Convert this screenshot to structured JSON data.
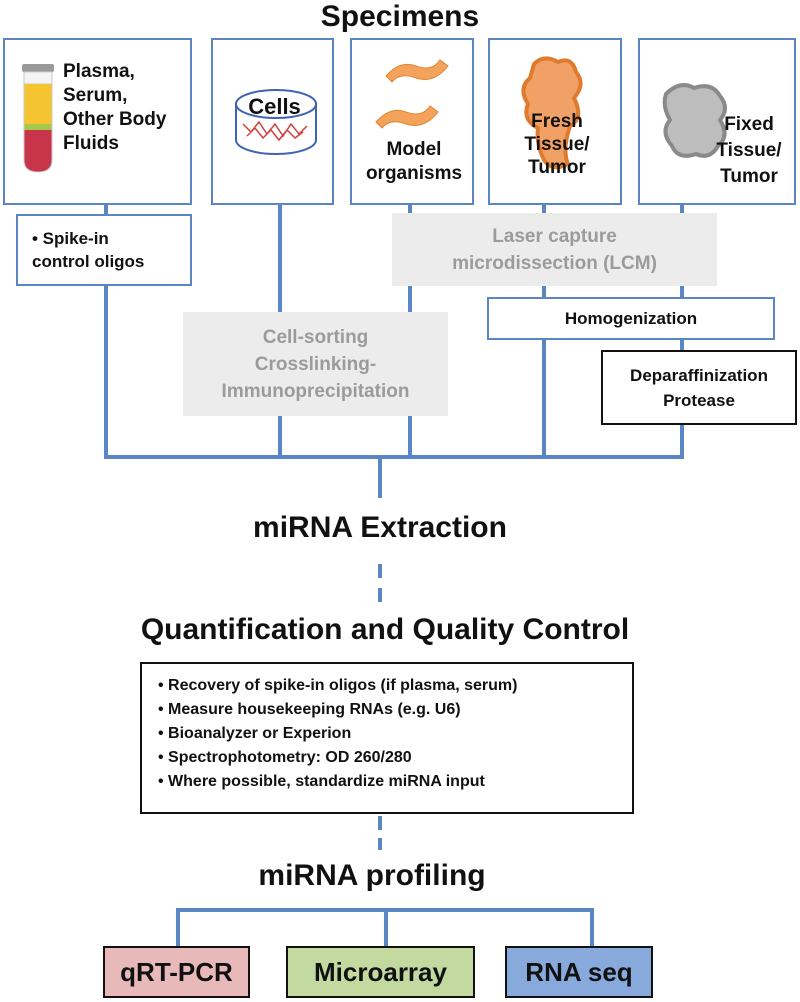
{
  "title": "Specimens",
  "specimens": {
    "plasma": "Plasma,\nSerum,\nOther Body\nFluids",
    "cells": "Cells",
    "model": "Model\norganisms",
    "fresh": "Fresh\nTissue/\nTumor",
    "fixed": "Fixed\nTissue/\nTumor"
  },
  "steps": {
    "spike_in": "• Spike-in\ncontrol oligos",
    "lcm": "Laser capture\nmicrodissection (LCM)",
    "homogenization": "Homogenization",
    "cell_sorting": "Cell-sorting\nCrosslinking-\nImmunoprecipitation",
    "deparaffinization": "Deparaffinization\nProtease"
  },
  "extraction_heading": "miRNA Extraction",
  "qc_heading": "Quantification and Quality Control",
  "qc_items": [
    "Recovery of spike-in oligos (if plasma, serum)",
    "Measure housekeeping RNAs (e.g. U6)",
    "Bioanalyzer or Experion",
    "Spectrophotometry: OD 260/280",
    "Where possible, standardize miRNA input"
  ],
  "profiling_heading": "miRNA profiling",
  "profiling_methods": [
    {
      "label": "qRT-PCR",
      "color": "#e8b9b9"
    },
    {
      "label": "Microarray",
      "color": "#c2d9a0"
    },
    {
      "label": "RNA seq",
      "color": "#87a9dc"
    }
  ],
  "colors": {
    "connector": "#5b86c4",
    "gray_box": "#ececec",
    "gray_text": "#9b9b9b"
  }
}
